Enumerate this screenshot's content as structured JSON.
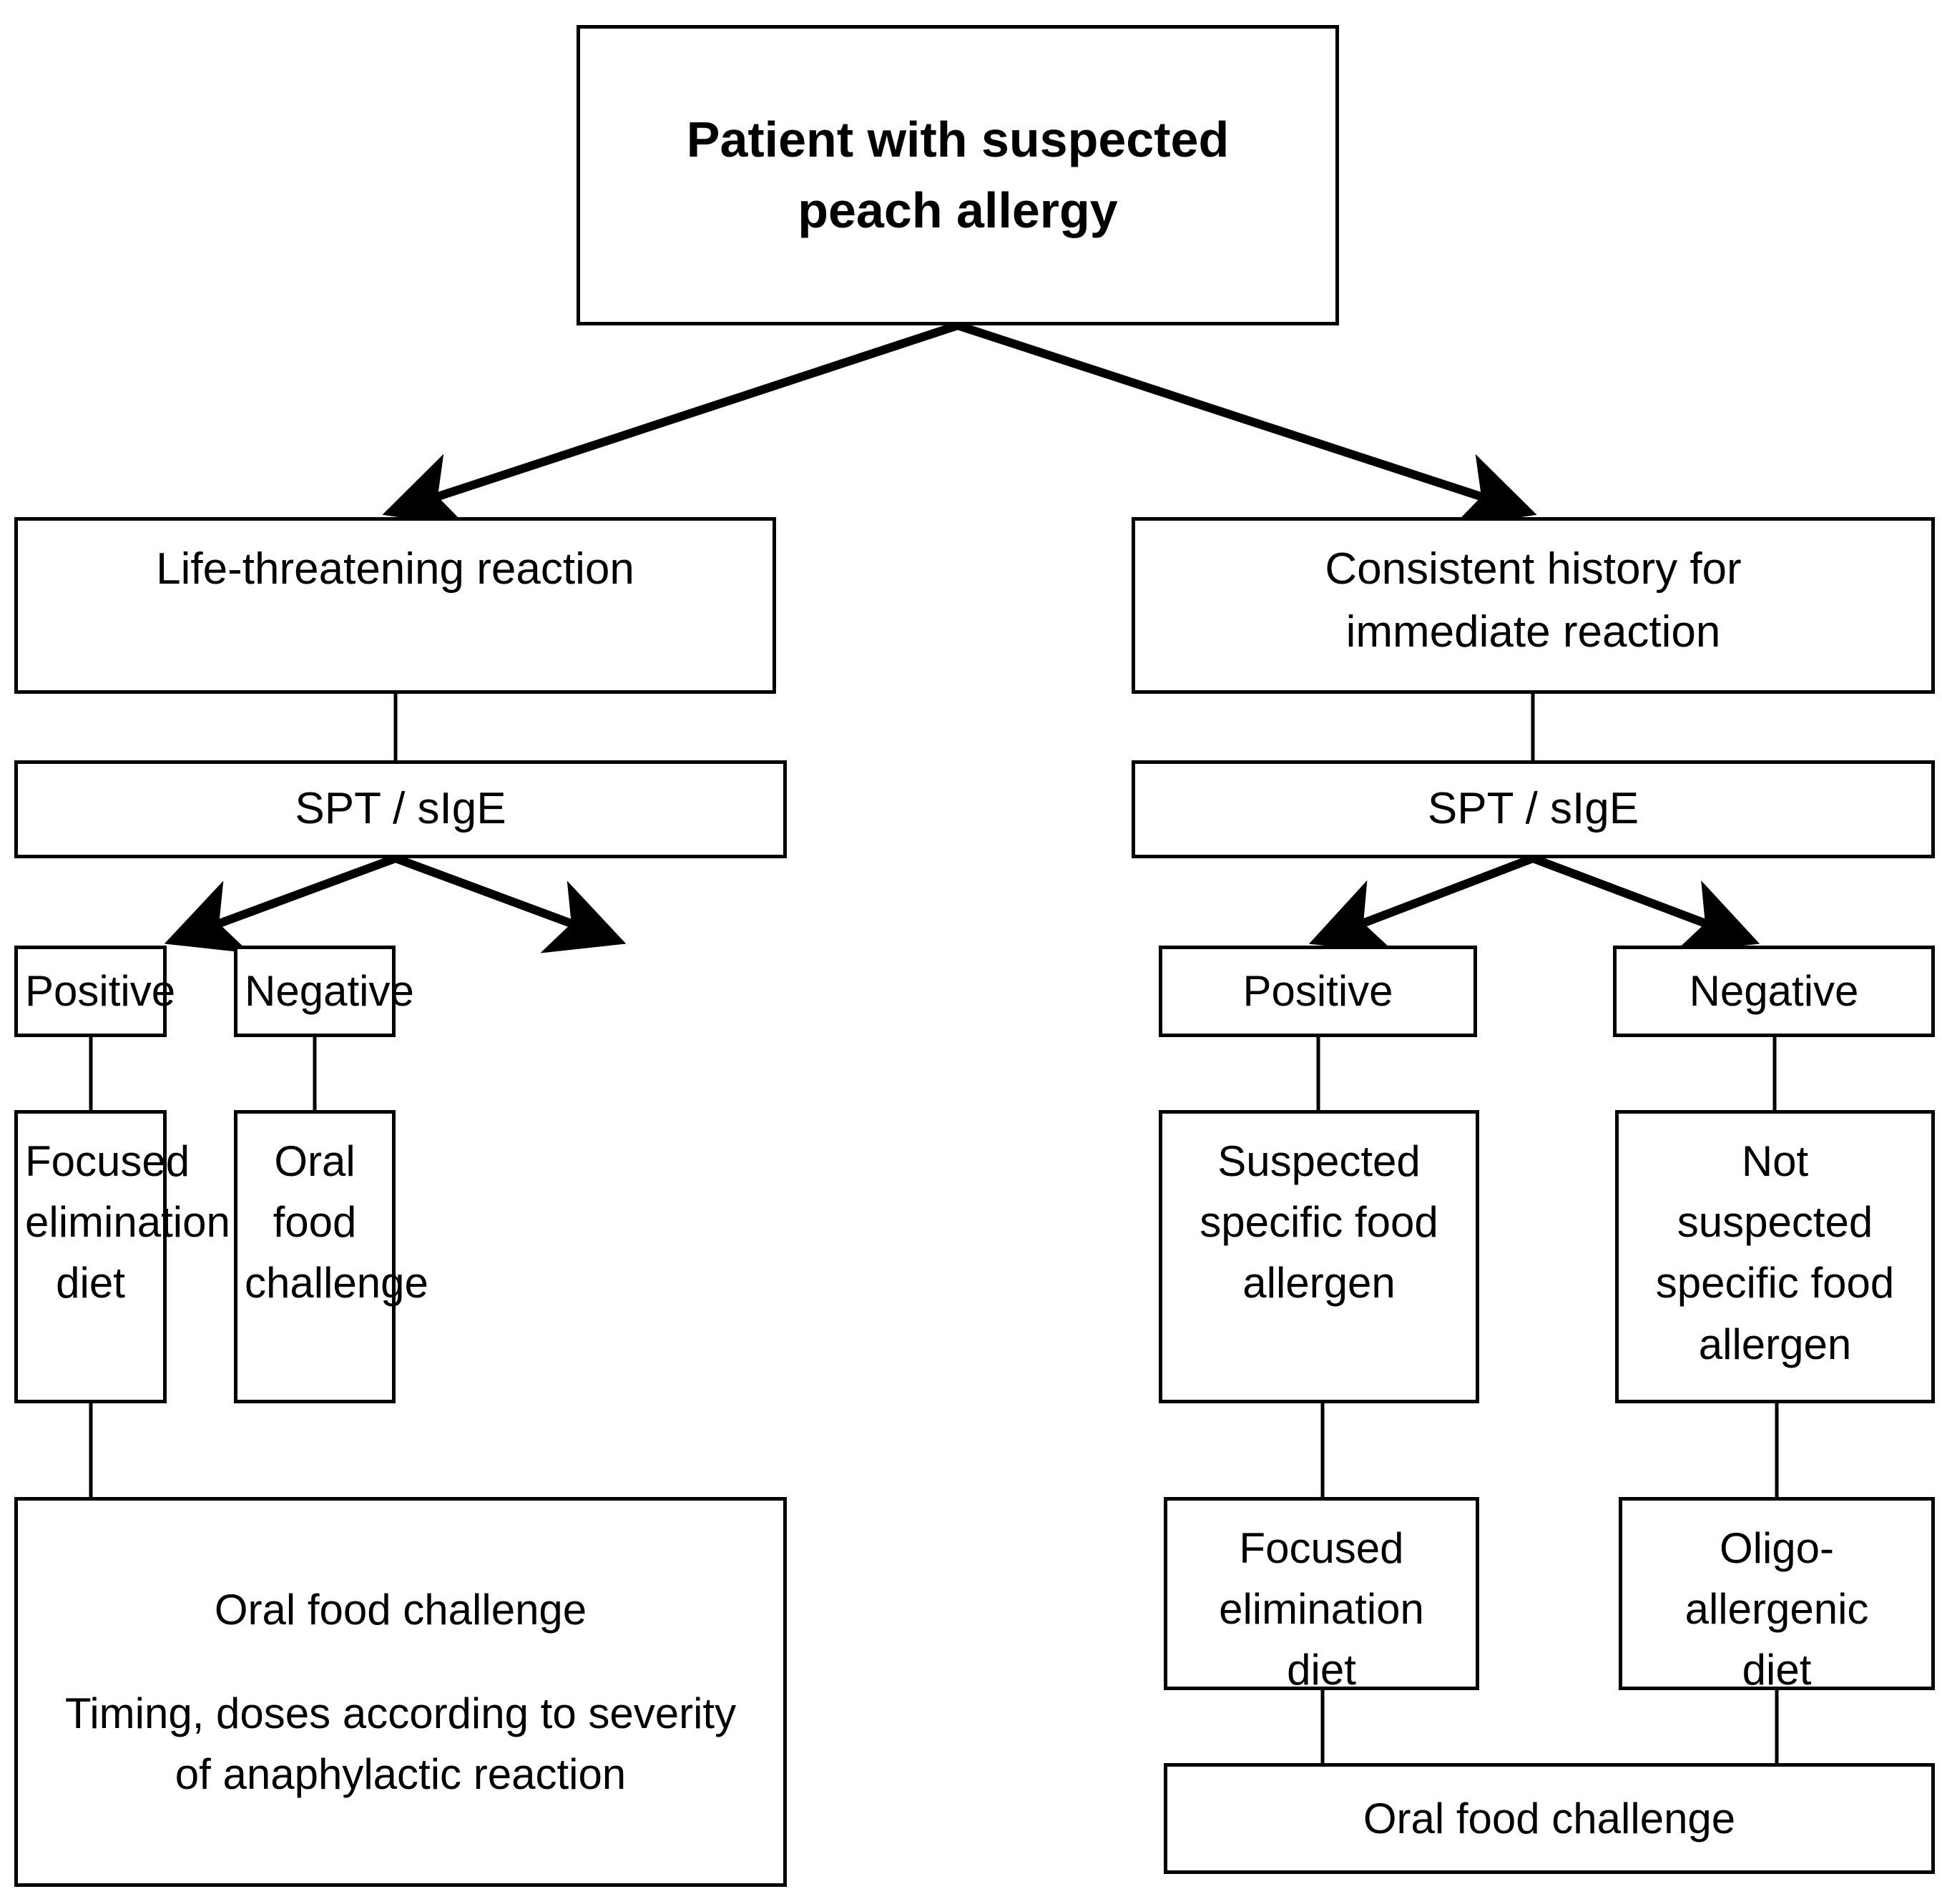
{
  "diagram": {
    "title": "Diagnostic algorithm for suspected peach allergy",
    "type": "flowchart",
    "line_color": "#000000",
    "text_color": "#000000",
    "background_color": "#ffffff"
  },
  "nodes": {
    "root": "Patient with suspected\npeach allergy",
    "left_branch": "Life-threatening reaction",
    "left_test": "SPT / sIgE",
    "left_positive": "Positive",
    "left_negative": "Negative",
    "left_positive_action": "Focused\nelimination\ndiet",
    "left_negative_action": "Oral food\nchallenge",
    "left_final_line1": "Oral food challenge",
    "left_final_line2": "Timing, doses according to severity\nof anaphylactic reaction",
    "right_branch": "Consistent history for\nimmediate reaction",
    "right_test": "SPT / sIgE",
    "right_positive": "Positive",
    "right_negative": "Negative",
    "right_positive_action": "Suspected\nspecific food\nallergen",
    "right_negative_action": "Not\nsuspected\nspecific food\nallergen",
    "right_positive_diet": "Focused\nelimination\ndiet",
    "right_negative_diet": "Oligo-\nallergenic\ndiet",
    "right_final": "Oral food challenge"
  }
}
